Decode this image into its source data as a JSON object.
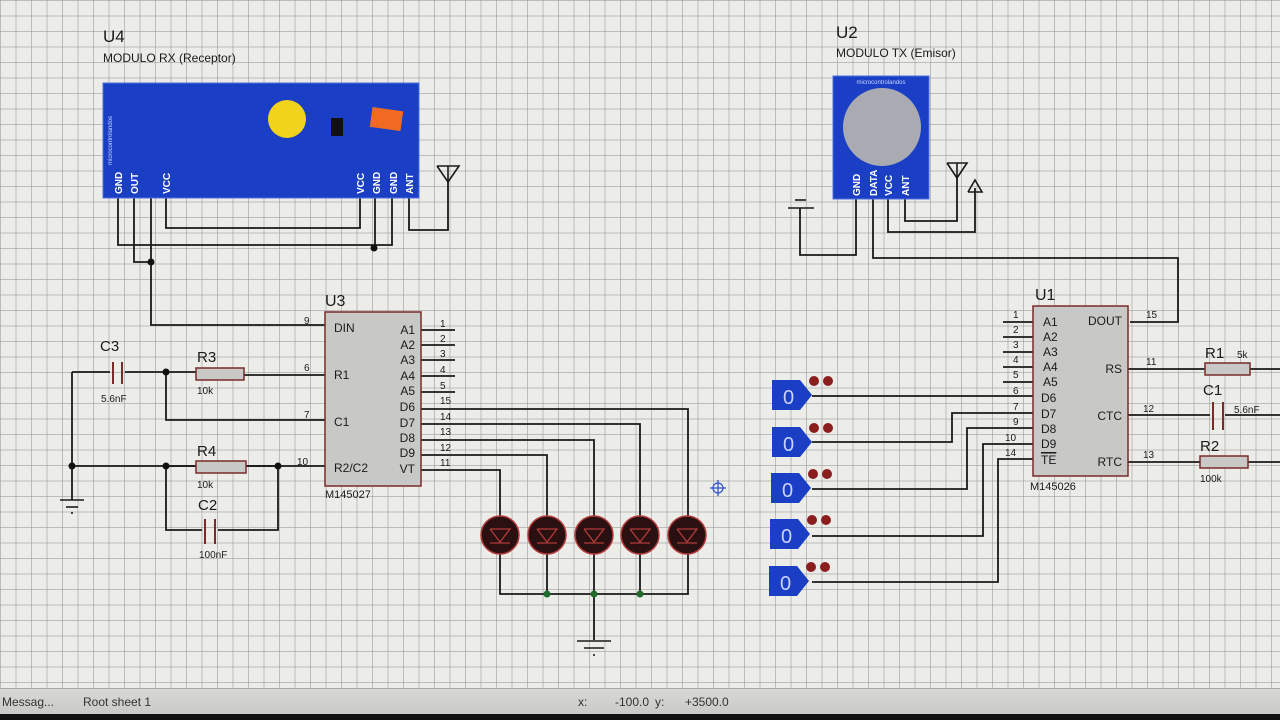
{
  "components": {
    "U4": {
      "ref": "U4",
      "name": "MODULO RX (Receptor)",
      "pins_left": [
        "GND",
        "OUT",
        "VCC"
      ],
      "pins_right": [
        "VCC",
        "GND",
        "GND",
        "ANT"
      ],
      "vendor_text": "microcontrolandos",
      "body_color": "#1a3fc4"
    },
    "U2": {
      "ref": "U2",
      "name": "MODULO TX (Emisor)",
      "brand": "microcontrolandos",
      "pins": [
        "GND",
        "DATA",
        "VCC",
        "ANT"
      ],
      "body_color": "#1a3fc4"
    },
    "U3": {
      "ref": "U3",
      "part": "M145027",
      "left_pins": [
        {
          "name": "DIN",
          "num": "9"
        },
        {
          "name": "R1",
          "num": "6"
        },
        {
          "name": "C1",
          "num": "7"
        },
        {
          "name": "R2/C2",
          "num": "10"
        }
      ],
      "right_pins": [
        {
          "name": "A1",
          "num": "1"
        },
        {
          "name": "A2",
          "num": "2"
        },
        {
          "name": "A3",
          "num": "3"
        },
        {
          "name": "A4",
          "num": "4"
        },
        {
          "name": "A5",
          "num": "5"
        },
        {
          "name": "D6",
          "num": "15"
        },
        {
          "name": "D7",
          "num": "14"
        },
        {
          "name": "D8",
          "num": "13"
        },
        {
          "name": "D9",
          "num": "12"
        },
        {
          "name": "VT",
          "num": "11"
        }
      ]
    },
    "U1": {
      "ref": "U1",
      "part": "M145026",
      "left_pins": [
        {
          "name": "A1",
          "num": "1"
        },
        {
          "name": "A2",
          "num": "2"
        },
        {
          "name": "A3",
          "num": "3"
        },
        {
          "name": "A4",
          "num": "4"
        },
        {
          "name": "A5",
          "num": "5"
        },
        {
          "name": "D6",
          "num": "6"
        },
        {
          "name": "D7",
          "num": "7"
        },
        {
          "name": "D8",
          "num": "9"
        },
        {
          "name": "D9",
          "num": "10"
        },
        {
          "name": "TE",
          "num": "14"
        }
      ],
      "right_pins": [
        {
          "name": "DOUT",
          "num": "15"
        },
        {
          "name": "RS",
          "num": "11"
        },
        {
          "name": "CTC",
          "num": "12"
        },
        {
          "name": "RTC",
          "num": "13"
        }
      ]
    },
    "C3": {
      "ref": "C3",
      "value": "5.6nF"
    },
    "R3": {
      "ref": "R3",
      "value": "10k"
    },
    "R4": {
      "ref": "R4",
      "value": "10k"
    },
    "C2": {
      "ref": "C2",
      "value": "100nF"
    },
    "R1": {
      "ref": "R1",
      "value": "5k"
    },
    "C1": {
      "ref": "C1",
      "value": "5.6nF"
    },
    "R2": {
      "ref": "R2",
      "value": "100k"
    }
  },
  "logic_states": [
    "0",
    "0",
    "0",
    "0",
    "0"
  ],
  "leds": {
    "count": 5,
    "state": "off"
  },
  "statusbar": {
    "messages": "Messag...",
    "sheet": "Root sheet 1",
    "x_label": "x:",
    "x_value": "-100.0",
    "y_label": "y:",
    "y_value": "+3500.0"
  }
}
